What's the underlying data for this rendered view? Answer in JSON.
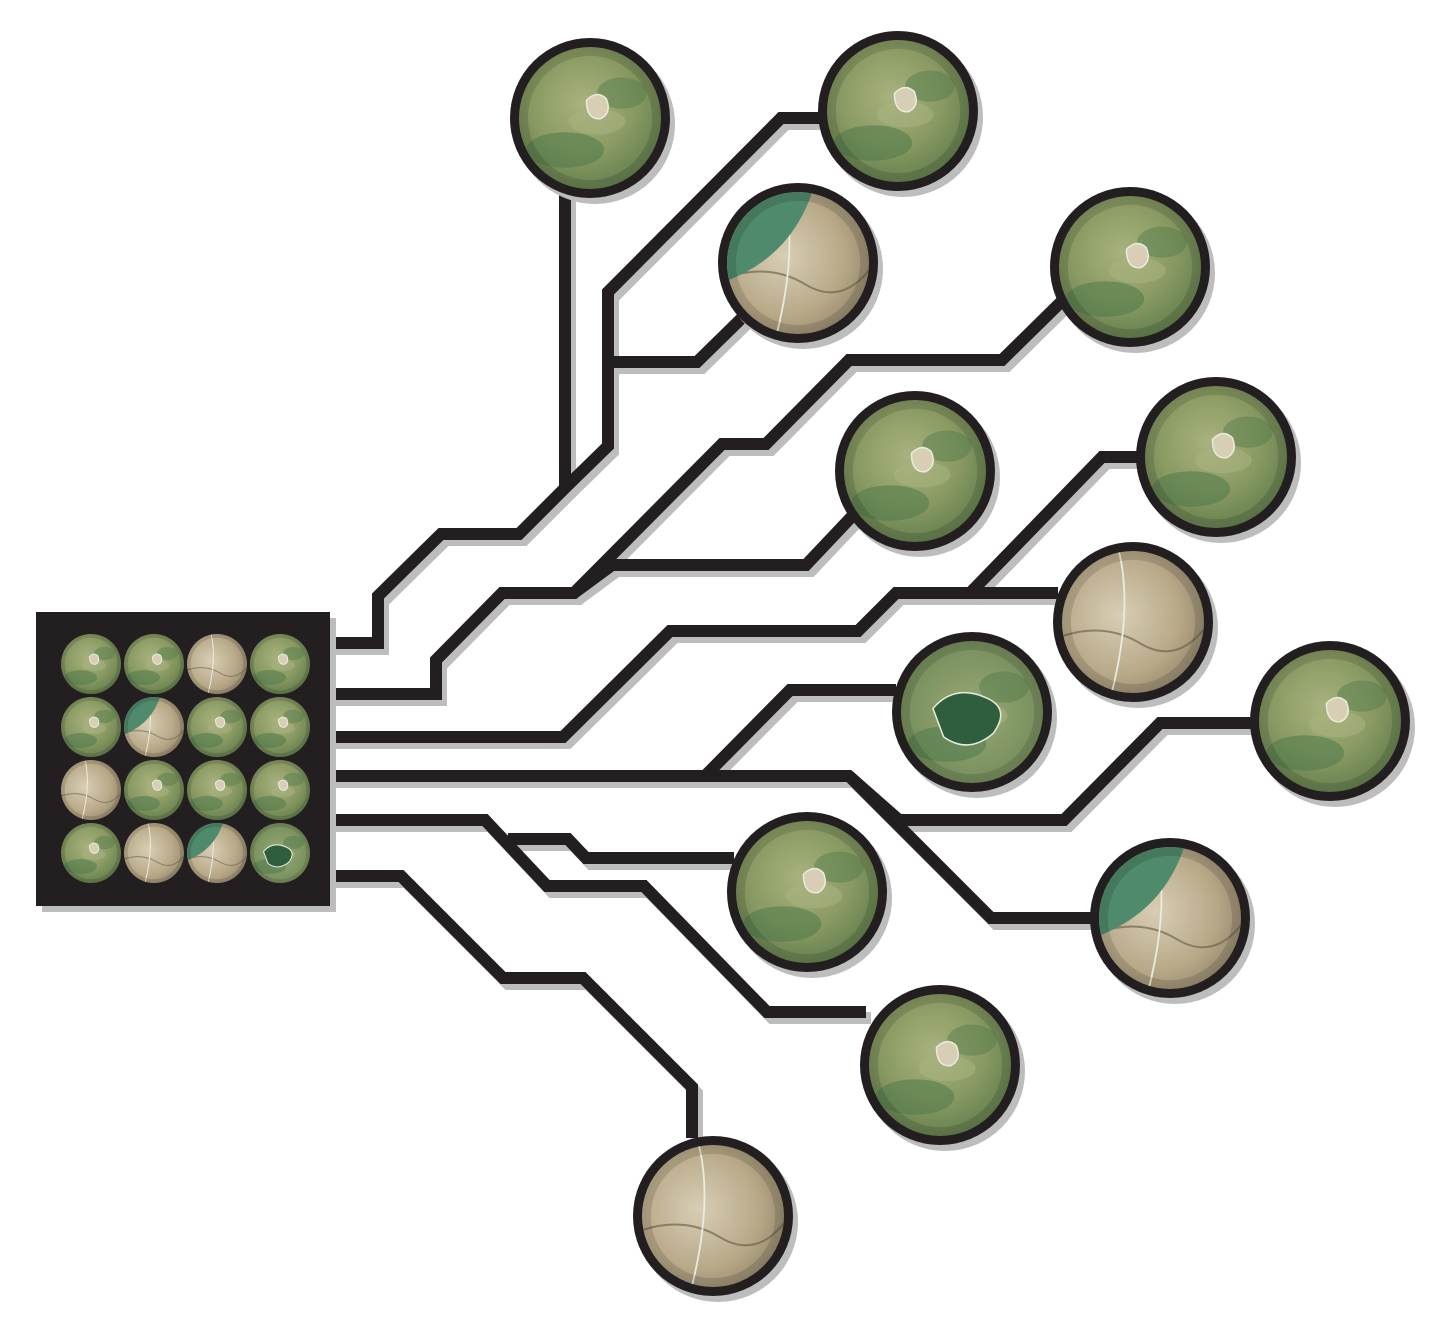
{
  "diagram": {
    "hub": {
      "rows": 4,
      "cols": 4
    },
    "palette": {
      "line": "#231f20",
      "shadow": "#bdbdbd",
      "hub_fill": "#231f20",
      "grass": "#8a9a63",
      "grass_light": "#a8b27e",
      "forest": "#4f7a4a",
      "water": "#4f8a6c",
      "bare": "#b8a988",
      "bare_light": "#d8cdb5",
      "outline": "#e9ecdc"
    },
    "tiles": [
      {
        "kind": "grass"
      },
      {
        "kind": "grass"
      },
      {
        "kind": "bare"
      },
      {
        "kind": "grass"
      },
      {
        "kind": "grass"
      },
      {
        "kind": "bare-water"
      },
      {
        "kind": "grass"
      },
      {
        "kind": "grass"
      },
      {
        "kind": "bare"
      },
      {
        "kind": "grass"
      },
      {
        "kind": "grass"
      },
      {
        "kind": "grass"
      },
      {
        "kind": "grass"
      },
      {
        "kind": "bare"
      },
      {
        "kind": "bare-water"
      },
      {
        "kind": "pond"
      }
    ],
    "nodes": [
      {
        "id": "node-1",
        "kind": "grass"
      },
      {
        "id": "node-2",
        "kind": "grass"
      },
      {
        "id": "node-3",
        "kind": "bare-water"
      },
      {
        "id": "node-4",
        "kind": "grass"
      },
      {
        "id": "node-5",
        "kind": "grass"
      },
      {
        "id": "node-6",
        "kind": "grass"
      },
      {
        "id": "node-7",
        "kind": "bare"
      },
      {
        "id": "node-8",
        "kind": "pond"
      },
      {
        "id": "node-9",
        "kind": "grass"
      },
      {
        "id": "node-10",
        "kind": "grass"
      },
      {
        "id": "node-11",
        "kind": "bare-water"
      },
      {
        "id": "node-12",
        "kind": "grass"
      },
      {
        "id": "node-13",
        "kind": "bare"
      }
    ]
  }
}
